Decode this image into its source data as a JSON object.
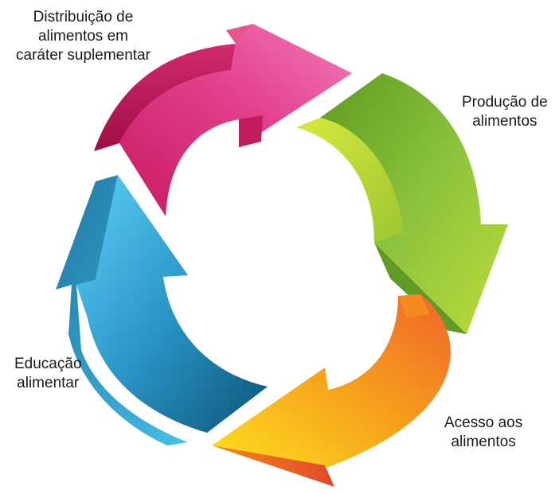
{
  "stages": [
    {
      "id": "distribuicao",
      "lines": [
        "Distribuição de",
        "alimentos em",
        "caráter suplementar"
      ],
      "color_top": "#f06eb0",
      "color_side": "#b5124f"
    },
    {
      "id": "producao",
      "lines": [
        "Produção de",
        "alimentos"
      ],
      "color_top": "#8fc43d",
      "color_side": "#4e8a1e"
    },
    {
      "id": "acesso",
      "lines": [
        "Acesso aos",
        "alimentos"
      ],
      "color_top": "#f6a61e",
      "color_side": "#e0522a"
    },
    {
      "id": "educacao",
      "lines": [
        "Educação",
        "alimentar"
      ],
      "color_top": "#4fc3ee",
      "color_side": "#0f5d80"
    }
  ]
}
